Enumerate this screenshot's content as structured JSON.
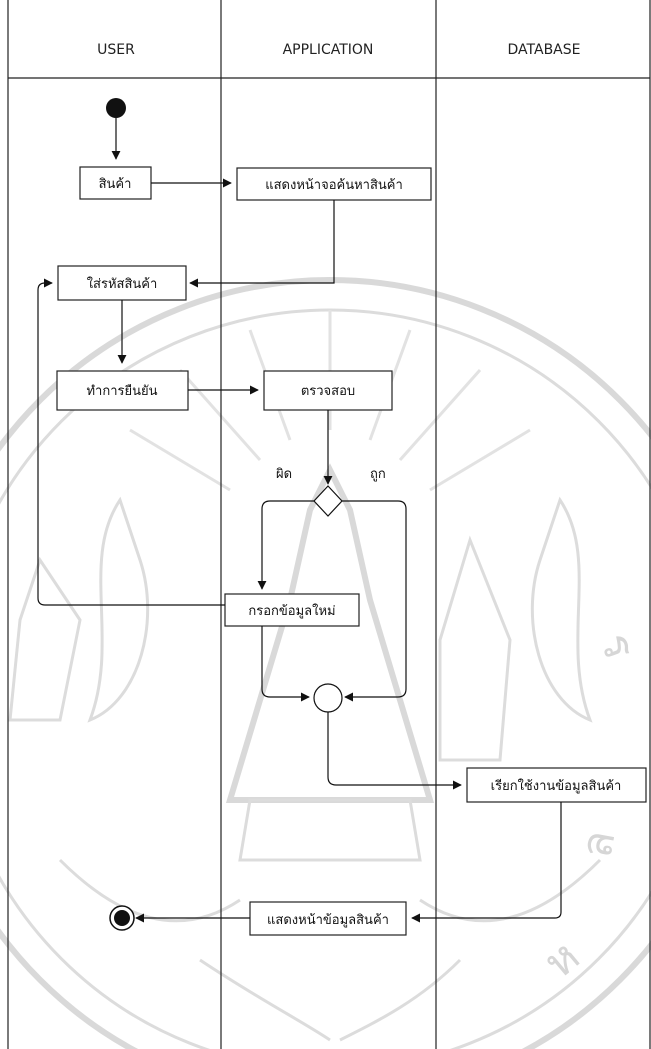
{
  "swimlanes": [
    {
      "id": "user",
      "label": "USER"
    },
    {
      "id": "application",
      "label": "APPLICATION"
    },
    {
      "id": "database",
      "label": "DATABASE"
    }
  ],
  "nodes": {
    "product": "สินค้า",
    "show_search": "แสดงหน้าจอค้นหาสินค้า",
    "enter_code": "ใส่รหัสสินค้า",
    "confirm": "ทำการยืนยัน",
    "check": "ตรวจสอบ",
    "reenter": "กรอกข้อมูลใหม่",
    "fetch_data": "เรียกใช้งานข้อมูลสินค้า",
    "show_detail": "แสดงหน้าข้อมูลสินค้า"
  },
  "guards": {
    "wrong": "ผิด",
    "right": "ถูก"
  },
  "colors": {
    "line": "#111111",
    "lane_border": "#222222",
    "watermark": "#d9d9d9",
    "background": "#ffffff"
  }
}
